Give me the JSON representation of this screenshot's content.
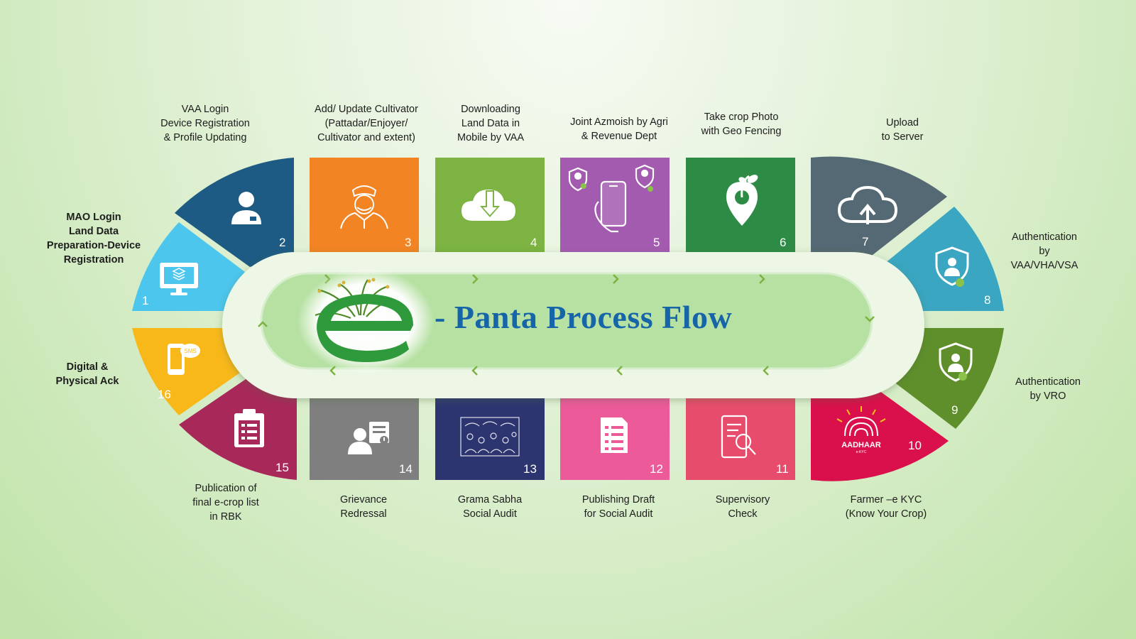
{
  "title": "- Panta Process Flow",
  "logo_letter": "e",
  "colors": {
    "title": "#1565a8",
    "step1": "#4dc6ee",
    "step2": "#1d5b84",
    "step3": "#f28424",
    "step4": "#7cb342",
    "step5": "#a35bb0",
    "step6": "#2e8b46",
    "step7": "#546973",
    "step8": "#3aa6c2",
    "step9": "#5e8f2a",
    "step10": "#d9104c",
    "step11": "#e74c6c",
    "step12": "#ec5a9a",
    "step13": "#2c3570",
    "step14": "#7f7f7f",
    "step15": "#a8285a",
    "step16": "#f9b81a"
  },
  "steps": [
    {
      "number": "1",
      "label": "MAO Login\nLand Data\nPreparation-Device\nRegistration",
      "icon": "monitor-icon"
    },
    {
      "number": "2",
      "label": "VAA Login\nDevice Registration\n& Profile Updating",
      "icon": "officer-icon"
    },
    {
      "number": "3",
      "label": "Add/ Update Cultivator\n(Pattadar/Enjoyer/\nCultivator and extent)",
      "icon": "farmer-icon"
    },
    {
      "number": "4",
      "label": "Downloading\nLand Data in\nMobile by VAA",
      "icon": "cloud-download-icon"
    },
    {
      "number": "5",
      "label": "Joint Azmoish by  Agri\n& Revenue Dept",
      "icon": "mobile-verification-icon"
    },
    {
      "number": "6",
      "label": "Take crop Photo\nwith Geo Fencing",
      "icon": "geo-plant-icon"
    },
    {
      "number": "7",
      "label": "Upload\nto Server",
      "icon": "cloud-upload-icon"
    },
    {
      "number": "8",
      "label": "Authentication\nby\nVAA/VHA/VSA",
      "icon": "shield-user-icon"
    },
    {
      "number": "9",
      "label": "Authentication\nby VRO",
      "icon": "shield-user-icon"
    },
    {
      "number": "10",
      "label": "Farmer –e KYC\n(Know Your Crop)",
      "icon": "aadhaar-icon"
    },
    {
      "number": "11",
      "label": "Supervisory\nCheck",
      "icon": "document-search-icon"
    },
    {
      "number": "12",
      "label": "Publishing Draft\nfor Social Audit",
      "icon": "checklist-icon"
    },
    {
      "number": "13",
      "label": "Grama Sabha\nSocial Audit",
      "icon": "gathering-icon"
    },
    {
      "number": "14",
      "label": "Grievance\nRedressal",
      "icon": "grievance-icon"
    },
    {
      "number": "15",
      "label": "Publication of\nfinal e-crop list\nin RBK",
      "icon": "clipboard-list-icon"
    },
    {
      "number": "16",
      "label": "Digital &\nPhysical Ack",
      "icon": "sms-phone-icon"
    }
  ],
  "aadhaar_text": "AADHAAR",
  "aadhaar_sub": "e-KYC",
  "sms_text": "SMS"
}
